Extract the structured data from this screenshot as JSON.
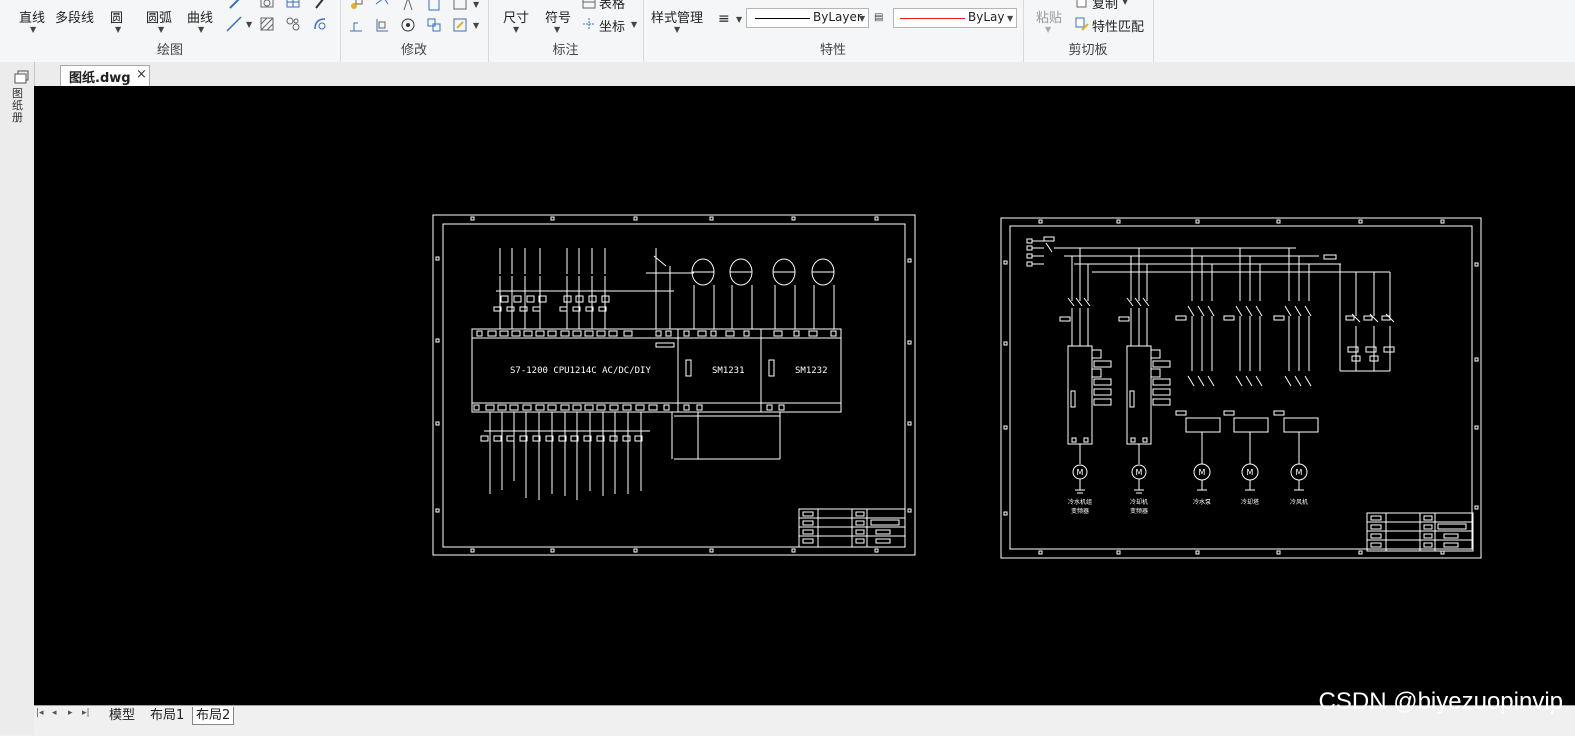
{
  "ribbon": {
    "draw": {
      "group": "绘图",
      "line": "直线",
      "polyline": "多段线",
      "circle": "圆",
      "arc": "圆弧",
      "curve": "曲线"
    },
    "modify": {
      "group": "修改"
    },
    "annotate": {
      "group": "标注",
      "dimension": "尺寸",
      "symbol": "符号",
      "table": "表格",
      "coordinate": "坐标"
    },
    "properties": {
      "group": "特性",
      "style_manager": "样式管理",
      "linetype": "ByLayer",
      "color": "ByLayer"
    },
    "clipboard": {
      "group": "剪切板",
      "paste": "粘贴",
      "copy": "复制",
      "match": "特性匹配"
    }
  },
  "doc_tab": {
    "name": "图纸.dwg",
    "close": "×"
  },
  "side_panel": {
    "label": "图 纸 册"
  },
  "layout_tabs": [
    "模型",
    "布局1",
    "布局2"
  ],
  "drawing1": {
    "main": "S7-1200 CPU1214C AC/DC/DIY",
    "mod1": "SM1231",
    "mod2": "SM1232"
  },
  "drawing2": {
    "labels": [
      "冷水机组",
      "变频器",
      "冷却机",
      "变频器",
      "冷水泵",
      "冷却塔",
      "冷风机"
    ]
  },
  "watermark": "CSDN @biyezuopinvip",
  "colors": {
    "canvas": "#000000",
    "linework": "#ffffff",
    "color_line": "#e02020"
  }
}
